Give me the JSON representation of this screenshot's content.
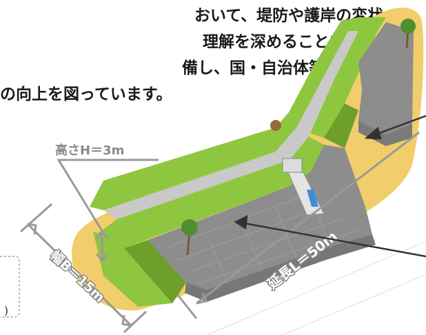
{
  "intro": {
    "lines": [
      "おいて、堤防や護岸の変状",
      "理解を深めることを目的と",
      "備し、国・自治体等職員の研",
      "の向上を図っています。"
    ]
  },
  "labels": {
    "height": "高さH＝3m",
    "width": "幅B＝15m",
    "length": "延長L＝50m"
  },
  "colors": {
    "sand": "#f2cd6b",
    "grass": "#8fc63f",
    "grass_dark": "#6e9f2c",
    "block": "#8d8d8d",
    "path": "#c9c9c9",
    "arrow": "#333333",
    "dim_line": "#999999",
    "dim_text": "#8a8a8a",
    "label_text": "#ffffff"
  }
}
